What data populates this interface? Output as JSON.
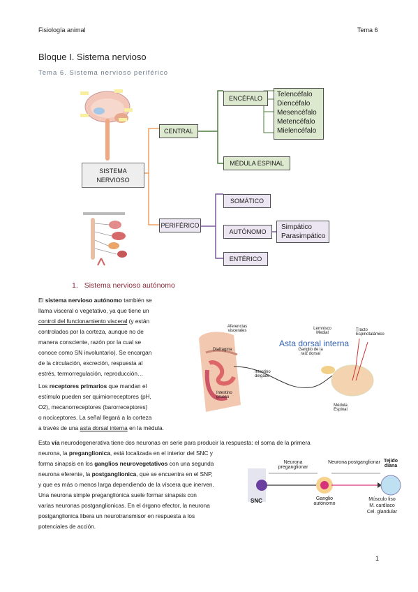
{
  "header": {
    "left": "Fisiología animal",
    "right": "Tema 6"
  },
  "title": "Bloque I. Sistema nervioso",
  "subtitle": "Tema 6. Sistema nervioso periférico",
  "diagram": {
    "root": "SISTEMA NERVIOSO",
    "central": "CENTRAL",
    "encefalo": "ENCÉFALO",
    "encefalo_parts": [
      "Telencéfalo",
      "Diencéfalo",
      "Mesencéfalo",
      "Metencéfalo",
      "Mielencéfalo"
    ],
    "medula": "MÉDULA ESPINAL",
    "periferico": "PERIFÉRICO",
    "somatico": "SOMÁTICO",
    "autonomo": "AUTÓNOMO",
    "autonomo_parts": [
      "Simpático",
      "Parasimpático"
    ],
    "enterico": "ENTÉRICO"
  },
  "section1": {
    "number": "1.",
    "title": "Sistema nervioso autónomo"
  },
  "para1": {
    "a": "El ",
    "b": "sistema nervioso autónomo",
    "c": " también se",
    "line2": "llama visceral o vegetativo, ya que tiene un",
    "line3u": "control del funcionamiento visceral",
    "line3": " (y están",
    "line4": "controlados por la corteza, aunque no de",
    "line5": "manera consciente, razón por la cual se",
    "line6": "conoce como SN involuntario). Se encargan",
    "line7": "de la circulación, excreción, respuesta al",
    "line8": "estrés, termorregulación, reproducción…"
  },
  "para2": {
    "a": "Los ",
    "b": "receptores primarios",
    "c": " que mandan el",
    "line2": "estímulo pueden ser quimiorreceptores (pH,",
    "line3": "O2), mecanorreceptores (barorreceptores)",
    "line4": "o nociceptores. La señal llegará a la corteza",
    "line5a": "a través de una ",
    "line5u": "asta dorsal interna",
    "line5c": " en la médula."
  },
  "para3": {
    "l1a": "Esta ",
    "l1b": "vía",
    "l1c": " neurodegenerativa tiene dos neuronas en serie para producir la respuesta: el soma de la primera",
    "l2a": "neurona, la ",
    "l2b": "preganglionica",
    "l2c": ", está localizada en el interior del SNC y",
    "l3a": "forma sinapsis en los ",
    "l3b": "ganglios neurovegetativos",
    "l3c": " con una segunda",
    "l4a": "neurona eferente, la ",
    "l4b": "postganglionica",
    "l4c": ", que se encuentra en el SNP,",
    "l5": "y que es más o menos larga dependiendo de la víscera que inerven.",
    "l6": "Una neurona simple preganglionica suele formar sinapsis con",
    "l7": "varias neuronas postganglionicas. En el órgano efector, la neurona",
    "l8": "postganglionica libera un neurotransmisor en respuesta a los",
    "l9": "potenciales de acción."
  },
  "fig_asta": {
    "title": "Asta dorsal interna",
    "labels": [
      "Aferencias viscerales",
      "Diafragma",
      "Intestino delgado",
      "Intestino grueso",
      "Lemnisco Medial",
      "Tracto Espinotalámico",
      "Ganglio de la raíz dorsal",
      "Médula Espinal"
    ]
  },
  "fig_neurona": {
    "pre": "Neurona preganglionar",
    "post": "Neurona postganglionar",
    "diana": "Tejido diana",
    "snc": "SNC",
    "ganglio": "Ganglio autónomo",
    "efector": [
      "Músculo liso",
      "M. cardíaco",
      "Cel. glandular"
    ]
  },
  "page_number": "1",
  "colors": {
    "orange": "#f0a060",
    "green_line": "#4e7d3e",
    "purple_line": "#7d5a9a",
    "section": "#8a2a3a",
    "asta_title": "#2f5fb5"
  }
}
